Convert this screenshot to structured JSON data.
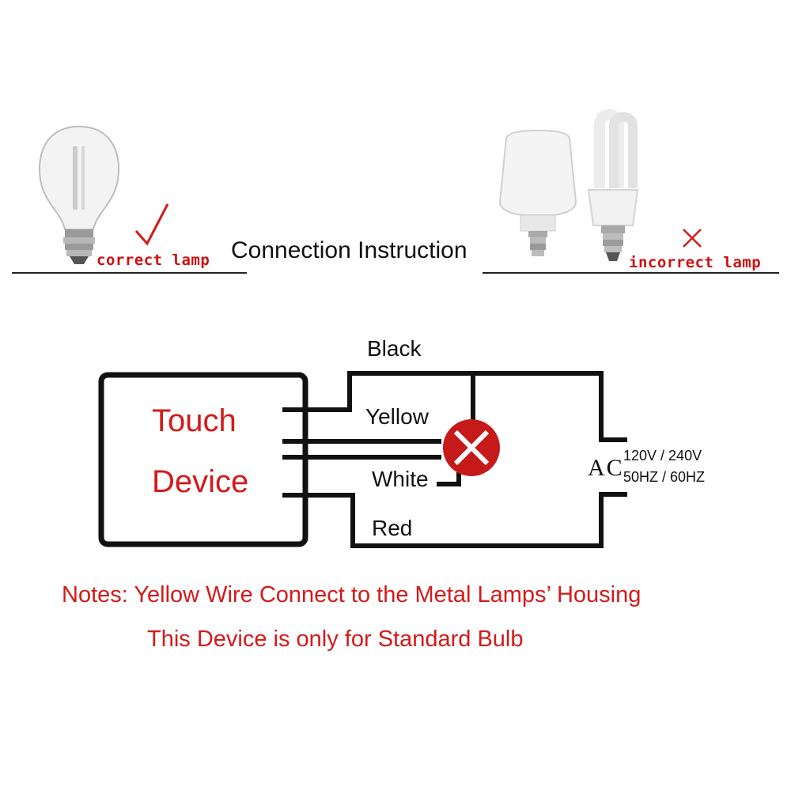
{
  "header": {
    "title": "Connection Instruction",
    "correct_label": "correct lamp",
    "incorrect_label": "incorrect lamp",
    "correct_mark": "check-mark-icon",
    "incorrect_mark": "cross-mark-icon"
  },
  "diagram": {
    "device_line1": "Touch",
    "device_line2": "Device",
    "wires": {
      "black": "Black",
      "yellow": "Yellow",
      "white": "White",
      "red": "Red"
    },
    "ac_label": "AC",
    "voltage": "120V / 240V",
    "frequency": "50HZ / 60HZ"
  },
  "notes": {
    "line1": "Notes: Yellow Wire Connect to the Metal Lamps’ Housing",
    "line2": "This Device is only for Standard Bulb"
  },
  "colors": {
    "accent_red": "#d41a1a",
    "line": "#111111"
  }
}
